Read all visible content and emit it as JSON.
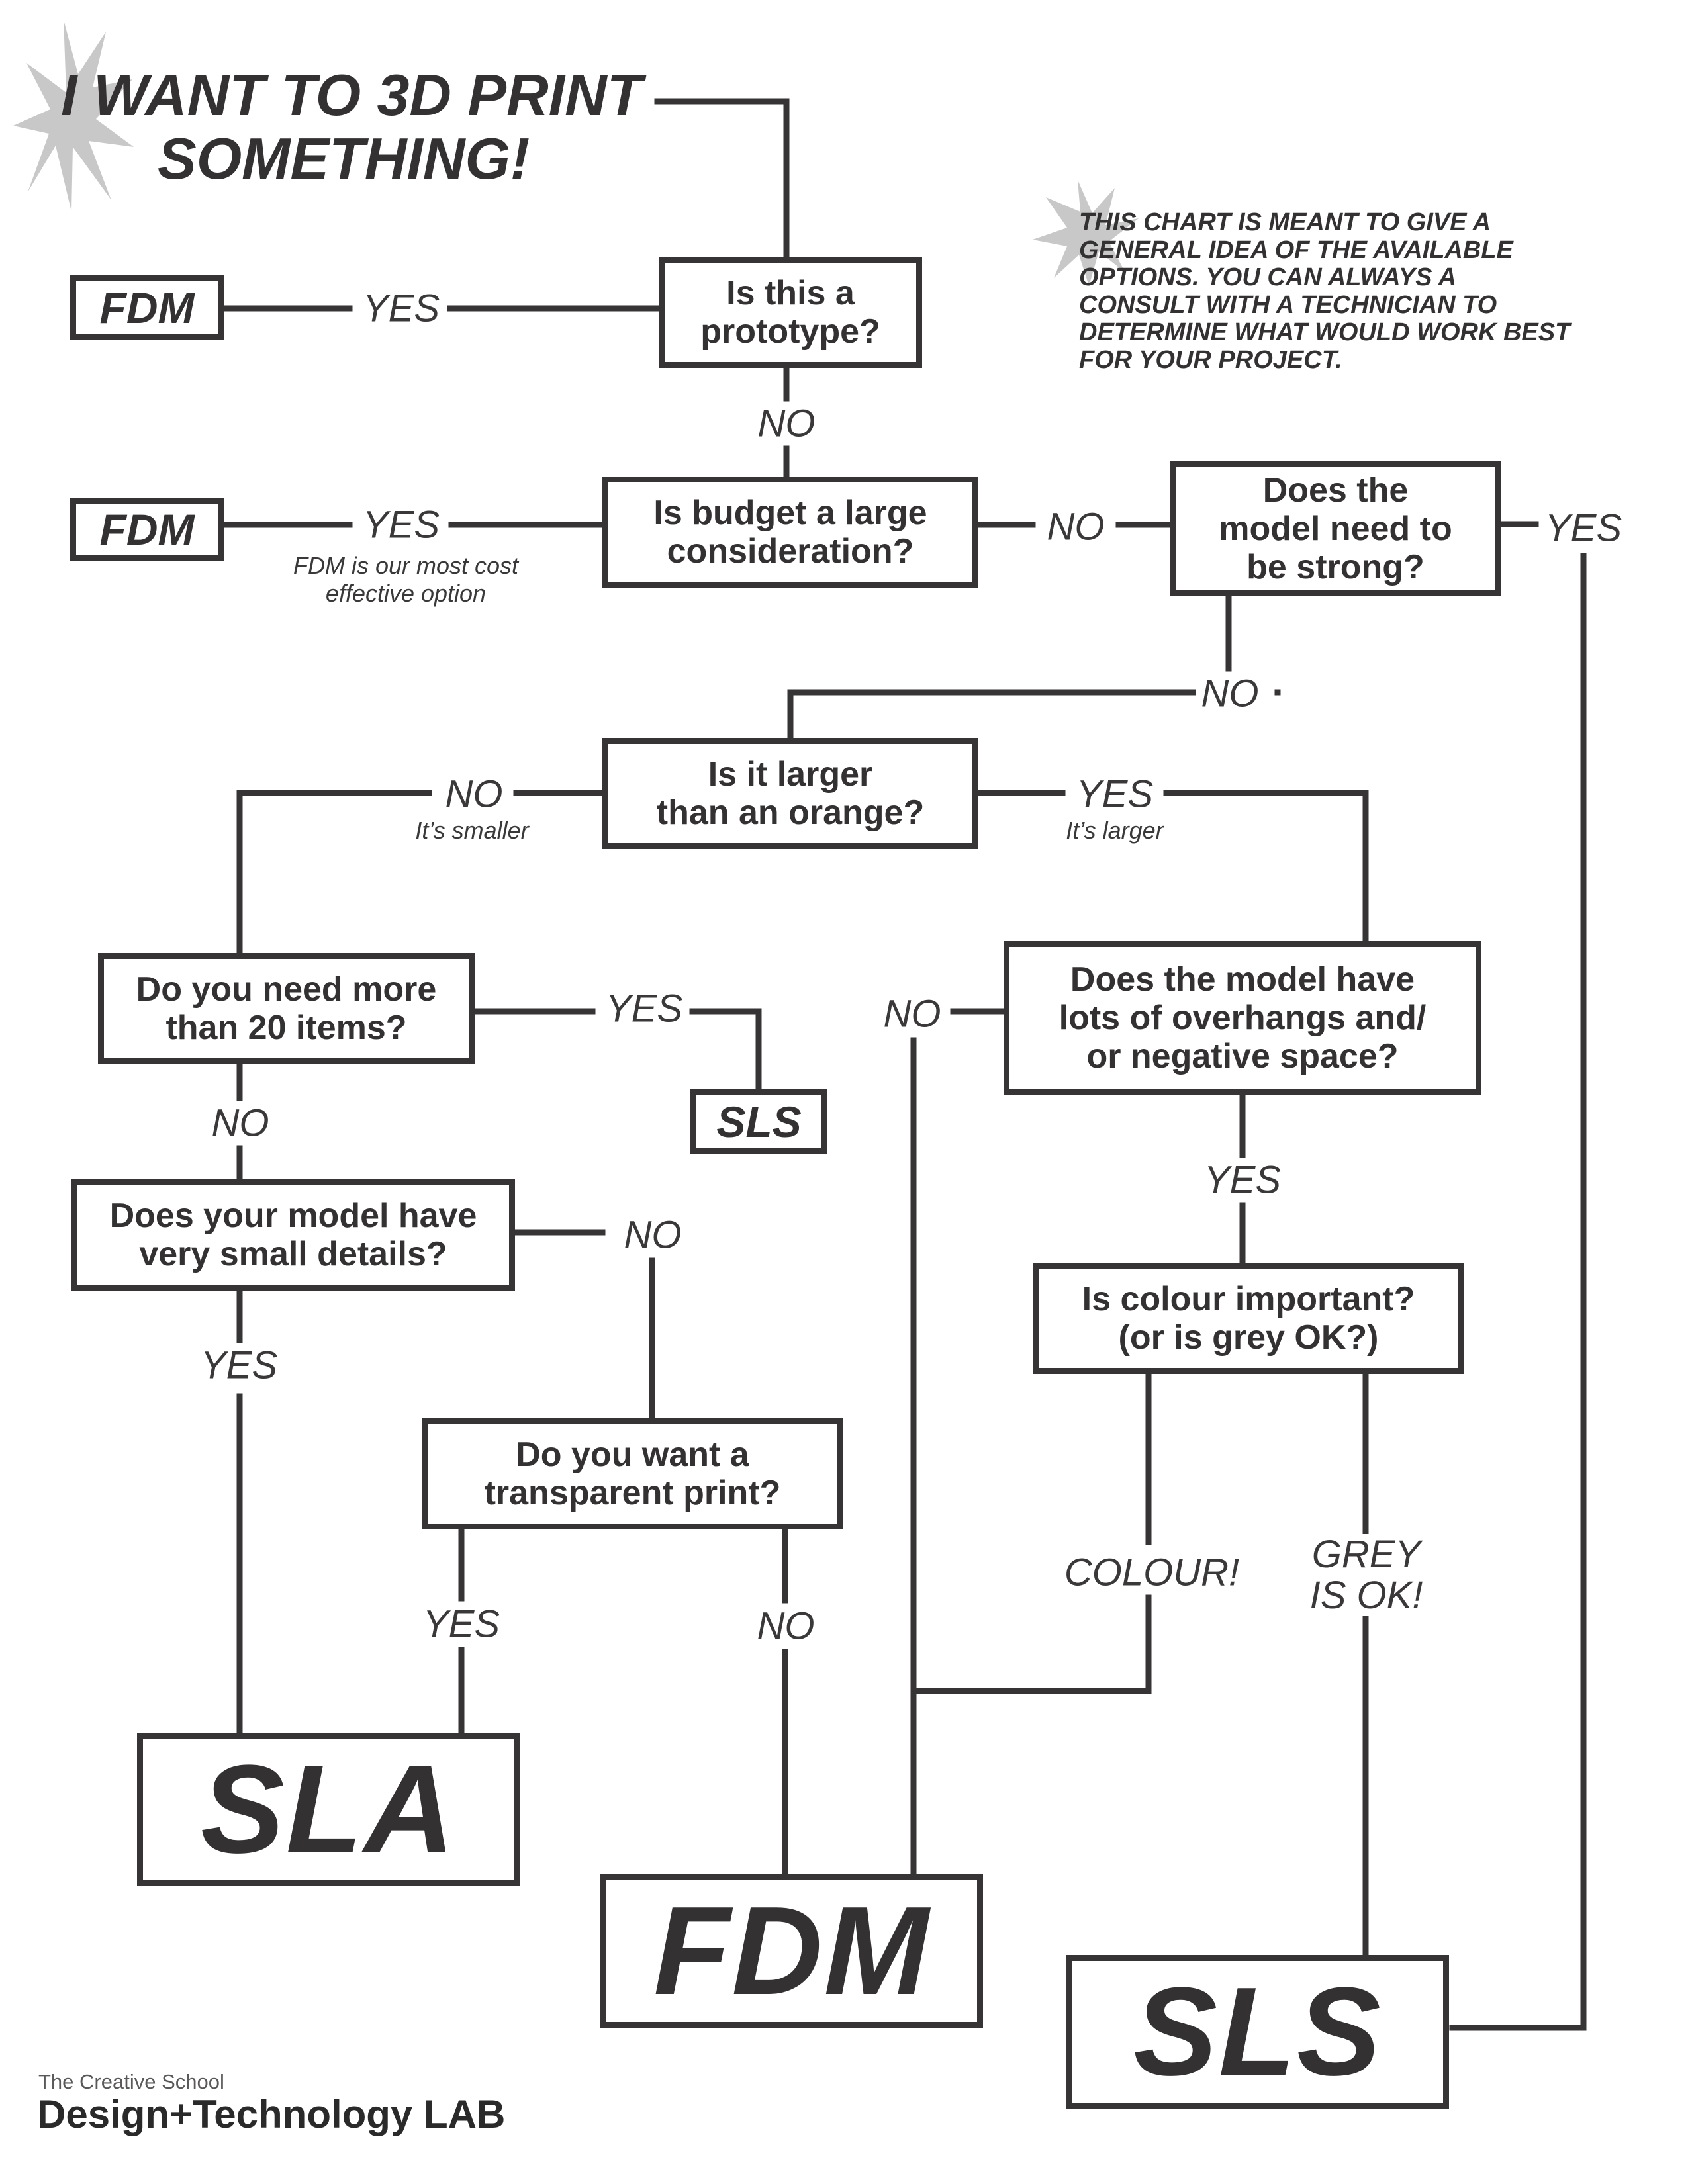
{
  "title": {
    "line1": "I WANT TO 3D PRINT",
    "line2": "SOMETHING!"
  },
  "note": "THIS CHART IS MEANT TO GIVE A GENERAL IDEA OF THE AVAILABLE OPTIONS. YOU CAN ALWAYS A CONSULT WITH A TECHNICIAN TO DETERMINE WHAT WOULD WORK BEST FOR YOUR PROJECT.",
  "questions": {
    "prototype": {
      "line1": "Is this a",
      "line2": "prototype?"
    },
    "budget": {
      "line1": "Is budget a large",
      "line2": "consideration?"
    },
    "strong": {
      "line1": "Does the",
      "line2": "model need to",
      "line3": "be strong?"
    },
    "orange": {
      "line1": "Is it larger",
      "line2": "than an orange?"
    },
    "items": {
      "line1": "Do you need more",
      "line2": "than 20 items?"
    },
    "details": {
      "line1": "Does your model have",
      "line2": "very small details?"
    },
    "transparent": {
      "line1": "Do you want a",
      "line2": "transparent print?"
    },
    "overhangs": {
      "line1": "Does the model have",
      "line2": "lots of overhangs and/",
      "line3": "or negative space?"
    },
    "colour": {
      "line1": "Is colour important?",
      "line2": "(or is grey OK?)"
    }
  },
  "results": {
    "fdm_prototype": "FDM",
    "fdm_budget": "FDM",
    "sls_items": "SLS",
    "sla_final": "SLA",
    "fdm_final": "FDM",
    "sls_final": "SLS"
  },
  "edges": {
    "prototype_yes": "YES",
    "prototype_no": "NO",
    "budget_yes": "YES",
    "budget_yes_note_line1": "FDM is our most cost",
    "budget_yes_note_line2": "effective option",
    "budget_no": "NO",
    "strong_yes": "YES",
    "strong_no": "NO",
    "orange_no": "NO",
    "orange_no_note": "It’s smaller",
    "orange_yes": "YES",
    "orange_yes_note": "It’s larger",
    "items_yes": "YES",
    "items_no": "NO",
    "details_no": "NO",
    "details_yes": "YES",
    "transparent_yes": "YES",
    "transparent_no": "NO",
    "overhangs_no": "NO",
    "overhangs_yes": "YES",
    "colour_colour": "COLOUR!",
    "colour_grey_line1": "GREY",
    "colour_grey_line2": "IS OK!"
  },
  "footer": {
    "school": "The Creative School",
    "lab": "Design+Technology LAB"
  },
  "colors": {
    "ink": "#363435",
    "starburst": "#c8c8c8",
    "background": "#ffffff"
  }
}
